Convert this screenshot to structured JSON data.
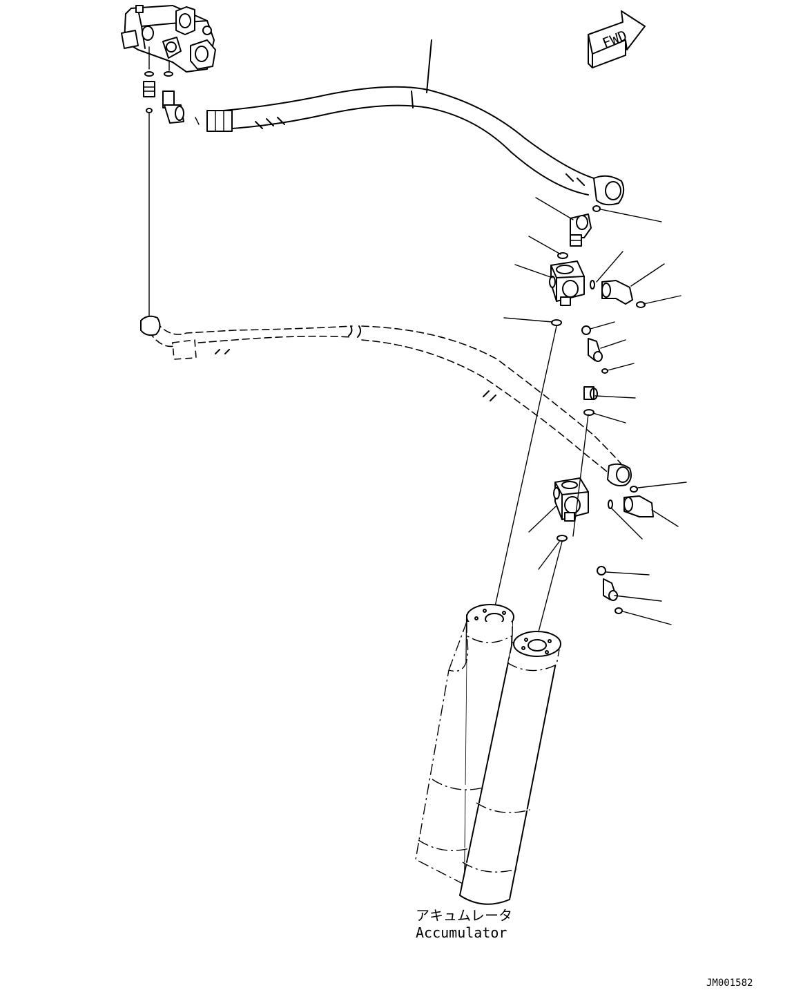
{
  "fwd_label": "FWD",
  "caption_japanese": "アキュムレータ",
  "caption_english": "Accumulator",
  "drawing_number": "JM001582"
}
